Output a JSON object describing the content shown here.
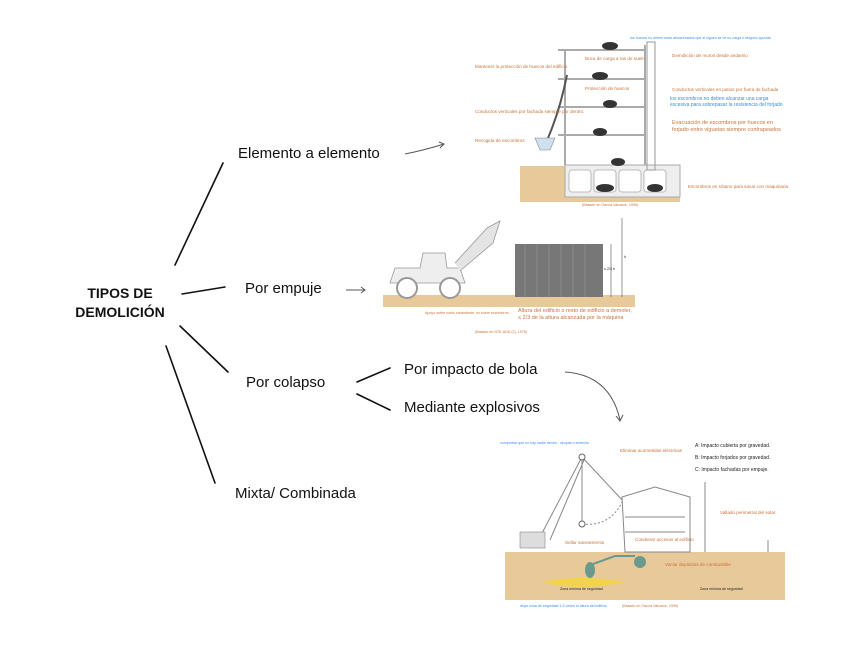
{
  "root": {
    "line1": "TIPOS DE",
    "line2": "DEMOLICIÓN"
  },
  "branches": {
    "elemento": "Elemento a elemento",
    "empuje": "Por empuje",
    "colapso": "Por colapso",
    "impacto": "Por impacto de bola",
    "explosivos": "Mediante explosivos",
    "mixta": "Mixta/ Combinada"
  },
  "fig1": {
    "note_top": "los huecos no deben estar almacenados que si siguen se ve no carga li ninguno apuntal.",
    "boca": "Boca de carga a ras de suelo",
    "mantener": "Mantener la protección de huecos del edificio",
    "proteccion": "Protección de huecos",
    "conductos_fachada": "Conductos verticales por fachada siempre por dentro.",
    "recogida": "Recogida de escombros",
    "demolicion_muros": "Demolición de muros desde andamio",
    "conductos_patios": "Conductos verticales en patios por fuera de fachada",
    "note_mid": "los escombros no deben alcanzar una carga excesiva para sobrepasar la resistencia del forjado",
    "evacuacion": "Evacuación de escombros por huecos en forjado entre viguetas siempre contrapeados",
    "escombros_sotano": "Escombros en sótano para sacar con maquinaria",
    "caption": "(Basado en García Valcarce, 1995)"
  },
  "fig2": {
    "apoyo": "Apoyo sobre suelo consistente, no sobre escombros.",
    "altura": "Altura del edificio o resto de edificio a demoler, ≤ 2/3 de la altura alcanzada por la máquina",
    "dim_h": "h",
    "dim_23": "≤ 2/3 h",
    "caption": "(Basado en NTE-ADD (3), 1975)"
  },
  "fig3": {
    "note_top": "comprobar que no hay nadie dentro : okupas o sintecho",
    "eliminar": "Eliminar acometidas eléctricas",
    "legend_a": "A: Impacto cubierta por gravedad.",
    "legend_b": "B: Impacto forjados por gravedad.",
    "legend_c": "C: Impacto fachadas por empuje.",
    "vallado": "Vallado perimetral del solar",
    "sellar": "Sellar saneamiento",
    "condenar": "Condenar accesos al edificio",
    "vaciar": "Vaciar depósitos de combustible",
    "zona1": "Zona mínima de seguridad",
    "zona2": "Zona mínima de seguridad",
    "note_bottom": "dejar zona de seguridad 1.5 veces la altura del edificio",
    "caption": "(Basado en García Valcarce, 1995)"
  },
  "colors": {
    "text": "#111111",
    "annotation": "#c8733a",
    "note": "#3a8ee6",
    "ground": "#e8c99a",
    "highlight": "#f2d34a"
  }
}
